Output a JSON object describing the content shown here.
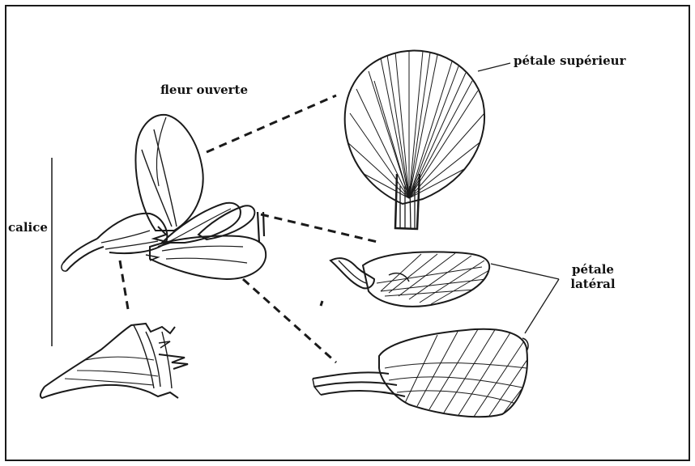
{
  "labels": {
    "open_flower": "fleur ouverte",
    "upper_petal": "pétale supérieur",
    "lateral_petal_line1": "pétale",
    "lateral_petal_line2": "latéral",
    "calyx": "calice"
  },
  "colors": {
    "ink": "#1a1a1a",
    "background": "#ffffff"
  }
}
